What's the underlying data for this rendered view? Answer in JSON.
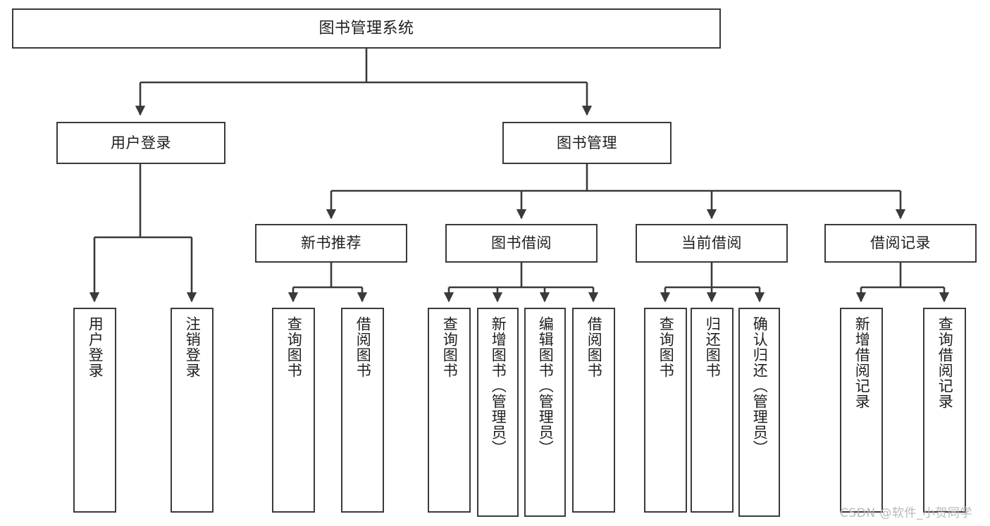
{
  "diagram": {
    "title": "图书管理系统",
    "type": "tree-hierarchy",
    "watermark": "CSDN @软件_小贺同学",
    "colors": {
      "stroke": "#3a3a3a",
      "fill": "#ffffff",
      "text": "#1f1f1f",
      "watermark": "#b9b9b9"
    },
    "nodes": {
      "root": {
        "label": "图书管理系统",
        "level": 1
      },
      "l2": [
        {
          "id": "user-login",
          "label": "用户登录",
          "level": 2
        },
        {
          "id": "book-manage",
          "label": "图书管理",
          "level": 2
        }
      ],
      "l3": [
        {
          "id": "new-book-rec",
          "label": "新书推荐",
          "level": 3,
          "parent": "book-manage"
        },
        {
          "id": "book-borrow",
          "label": "图书借阅",
          "level": 3,
          "parent": "book-manage"
        },
        {
          "id": "current-borrow",
          "label": "当前借阅",
          "level": 3,
          "parent": "book-manage"
        },
        {
          "id": "borrow-record",
          "label": "借阅记录",
          "level": 3,
          "parent": "book-manage"
        }
      ],
      "leaves": [
        {
          "id": "leaf-user-login",
          "label": "用户登录",
          "parent": "user-login"
        },
        {
          "id": "leaf-user-logout",
          "label": "注销登录",
          "parent": "user-login"
        },
        {
          "id": "leaf-query-book-rec",
          "label": "查询图书",
          "parent": "new-book-rec"
        },
        {
          "id": "leaf-borrow-book-rec",
          "label": "借阅图书",
          "parent": "new-book-rec"
        },
        {
          "id": "leaf-query-book-borrow",
          "label": "查询图书",
          "parent": "book-borrow"
        },
        {
          "id": "leaf-add-book",
          "label": "新增图书（管理员）",
          "parent": "book-borrow"
        },
        {
          "id": "leaf-edit-book",
          "label": "编辑图书（管理员）",
          "parent": "book-borrow"
        },
        {
          "id": "leaf-borrow-book",
          "label": "借阅图书",
          "parent": "book-borrow"
        },
        {
          "id": "leaf-query-book-cur",
          "label": "查询图书",
          "parent": "current-borrow"
        },
        {
          "id": "leaf-return-book",
          "label": "归还图书",
          "parent": "current-borrow"
        },
        {
          "id": "leaf-confirm-return",
          "label": "确认归还（管理员）",
          "parent": "current-borrow"
        },
        {
          "id": "leaf-add-record",
          "label": "新增借阅记录",
          "parent": "borrow-record"
        },
        {
          "id": "leaf-query-record",
          "label": "查询借阅记录",
          "parent": "borrow-record"
        }
      ]
    }
  }
}
